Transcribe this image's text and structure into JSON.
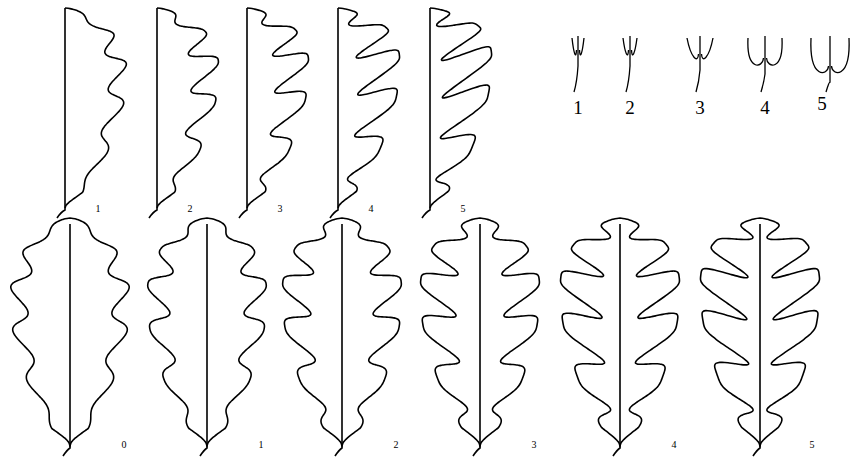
{
  "diagram": {
    "labels": [
      "1",
      "2",
      "3",
      "4",
      "5",
      "1",
      "2",
      "3",
      "4",
      "5",
      "0",
      "1",
      "2",
      "3",
      "4",
      "5"
    ]
  }
}
